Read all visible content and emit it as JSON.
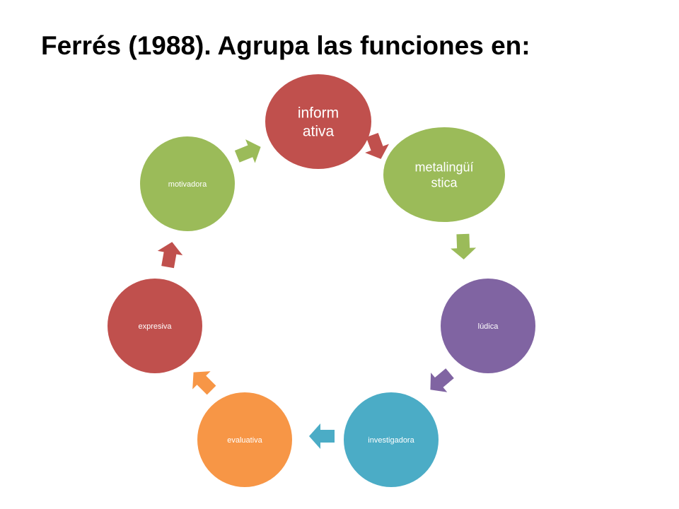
{
  "title": "Ferrés (1988). Agrupa las funciones en:",
  "nodes": [
    {
      "label_lines": [
        "inform",
        "ativa"
      ],
      "color": "#C0504D"
    },
    {
      "label_lines": [
        "metalingüí",
        "stica"
      ],
      "color": "#9BBB59"
    },
    {
      "label_lines": [
        "lúdica"
      ],
      "color": "#8064A2"
    },
    {
      "label_lines": [
        "investigadora"
      ],
      "color": "#4BACC6"
    },
    {
      "label_lines": [
        "evaluativa"
      ],
      "color": "#F79646"
    },
    {
      "label_lines": [
        "expresiva"
      ],
      "color": "#C0504D"
    },
    {
      "label_lines": [
        "motivadora"
      ],
      "color": "#9BBB59"
    }
  ]
}
